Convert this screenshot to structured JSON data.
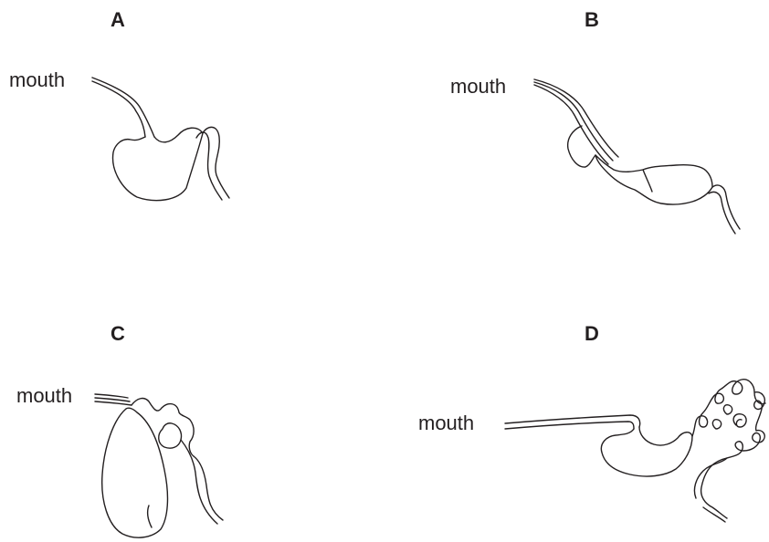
{
  "panels": [
    {
      "letter": "A",
      "label": "mouth"
    },
    {
      "letter": "B",
      "label": "mouth"
    },
    {
      "letter": "C",
      "label": "mouth"
    },
    {
      "letter": "D",
      "label": "mouth"
    }
  ]
}
